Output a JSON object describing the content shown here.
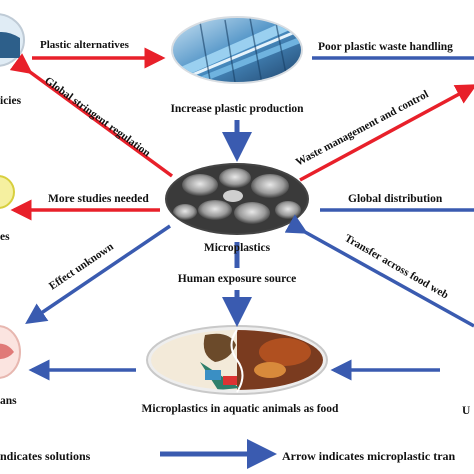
{
  "labels": {
    "plastic_alternatives": "Plastic alternatives",
    "poor_waste_handling": "Poor plastic waste handling",
    "policies_fragment": "icies",
    "increase_production": "Increase plastic production",
    "global_regulation": "Global stringent regulation",
    "waste_management": "Waste management and control",
    "more_studies": "More studies needed",
    "global_distribution": "Global distribution",
    "studies_fragment": "es",
    "microplastics": "Microplastics",
    "effect_unknown": "Effect unknown",
    "human_exposure": "Human exposure source",
    "transfer_food_web": "Transfer across food web",
    "humans_fragment": "ans",
    "aquatic_food": "Microplastics in aquatic animals as food",
    "right_fragment": "U",
    "legend_solutions": "ndicates solutions",
    "legend_transfer": "Arrow indicates microplastic tran"
  },
  "colors": {
    "red_arrow": "#e8202a",
    "blue_arrow": "#3a5bb0",
    "text": "#111111"
  }
}
